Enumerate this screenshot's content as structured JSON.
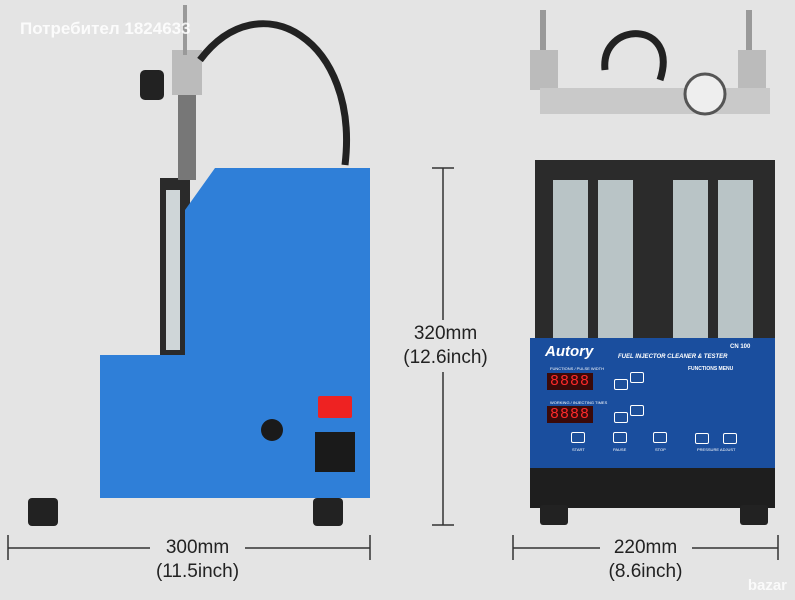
{
  "watermark": "Потребител 1824633",
  "bazar_logo": "bazar",
  "dimensions": {
    "height": {
      "value": "320mm",
      "inch": "(12.6inch)"
    },
    "depth": {
      "value": "300mm",
      "inch": "(11.5inch)"
    },
    "width": {
      "value": "220mm",
      "inch": "(8.6inch)"
    }
  },
  "panel": {
    "brand": "Autory",
    "model": "CN 100",
    "title": "FUEL INJECTOR CLEANER & TESTER",
    "display1_label": "FUNCTIONS / PULSE WIDTH",
    "display2_label": "WORKING / INJECTING TIMES",
    "display1": "8888",
    "display2": "8888",
    "menu_title": "FUNCTIONS MENU",
    "start": "START",
    "pause": "PAUSE",
    "stop": "STOP",
    "pressure": "PRESSURE ADJUST"
  },
  "colors": {
    "body": "#2f7fd8",
    "panel": "#1a4e9e",
    "bg": "#e4e4e4"
  }
}
